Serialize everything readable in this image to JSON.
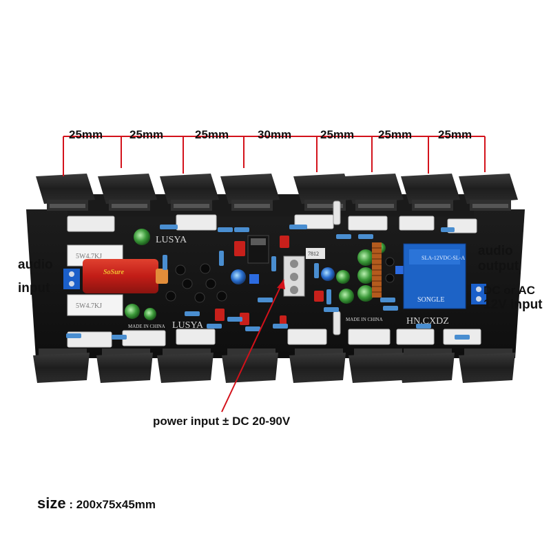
{
  "dimensions": [
    "25mm",
    "25mm",
    "25mm",
    "30mm",
    "25mm",
    "25mm",
    "25mm"
  ],
  "labels": {
    "audio_input_line1": "audio",
    "audio_input_line2": "input",
    "audio_output_line1": "audio",
    "audio_output_line2": "output",
    "dc_ac_line1": "DC or AC",
    "dc_ac_line2": "12V input",
    "power_input": "power input  ± DC 20-90V",
    "size_key": "size",
    "size_separator": " : ",
    "size_value": "200x75x45mm"
  },
  "board": {
    "silk_left_top": "LUSYA",
    "silk_left_bottom": "LUSYA",
    "silk_right": "HN.CXDZ",
    "made_in_left": "MADE IN CHINA",
    "made_in_right": "MADE IN CHINA",
    "resistor_top": "5W4.7KJ",
    "resistor_bottom": "5W4.7KJ",
    "cap_brand": "SoSure",
    "relay_brand": "SONGLE",
    "relay_model": "SLA-12VDC-SL-A",
    "ic_label": "7812"
  },
  "colors": {
    "dimension_line": "#d3111a",
    "pcb": "#151515",
    "heatsink": "#2a2a2a",
    "relay": "#1d63c6",
    "cap_red": "#c8201b",
    "terminal_blue": "#1b5fc9",
    "resistor_blue": "#4a8ed0"
  }
}
